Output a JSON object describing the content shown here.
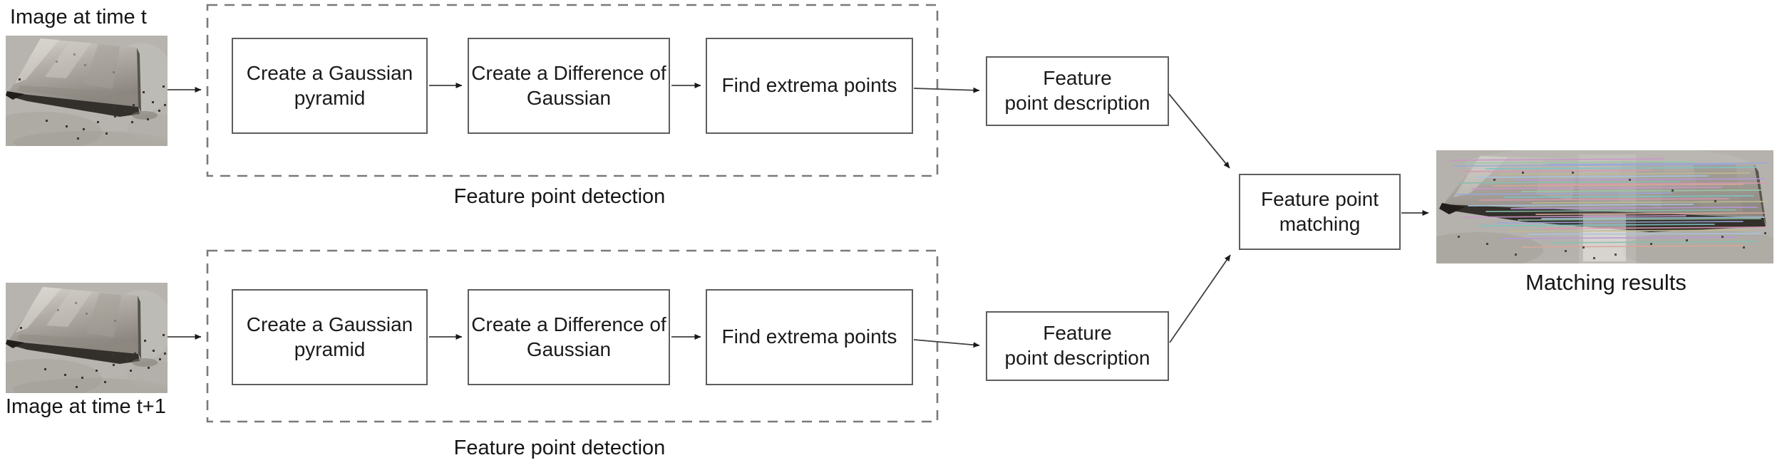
{
  "labels": {
    "image_top": "Image at time t",
    "image_bottom": "Image at time t+1",
    "group_top": "Feature point detection",
    "group_bottom": "Feature point detection",
    "result": "Matching results"
  },
  "nodes": {
    "gaussian_pyramid": "Create a Gaussian pyramid",
    "difference_of_gaussian": "Create a Difference of Gaussian",
    "find_extrema": "Find extrema points",
    "description_line1": "Feature",
    "description_line2": "point description",
    "matching_line1": "Feature point",
    "matching_line2": "matching"
  },
  "colors": {
    "box_border": "#5e5e5e",
    "dashed_group_border": "#7a7a7a",
    "arrow": "#404040",
    "text": "#1a1a1a",
    "match_line_palette": [
      "#c998c9",
      "#98c9a8",
      "#9aa8d8",
      "#7ec4c4",
      "#d898b0",
      "#c0bb90",
      "#a8c4e0",
      "#b898d8",
      "#88bfae",
      "#d8a898"
    ]
  }
}
